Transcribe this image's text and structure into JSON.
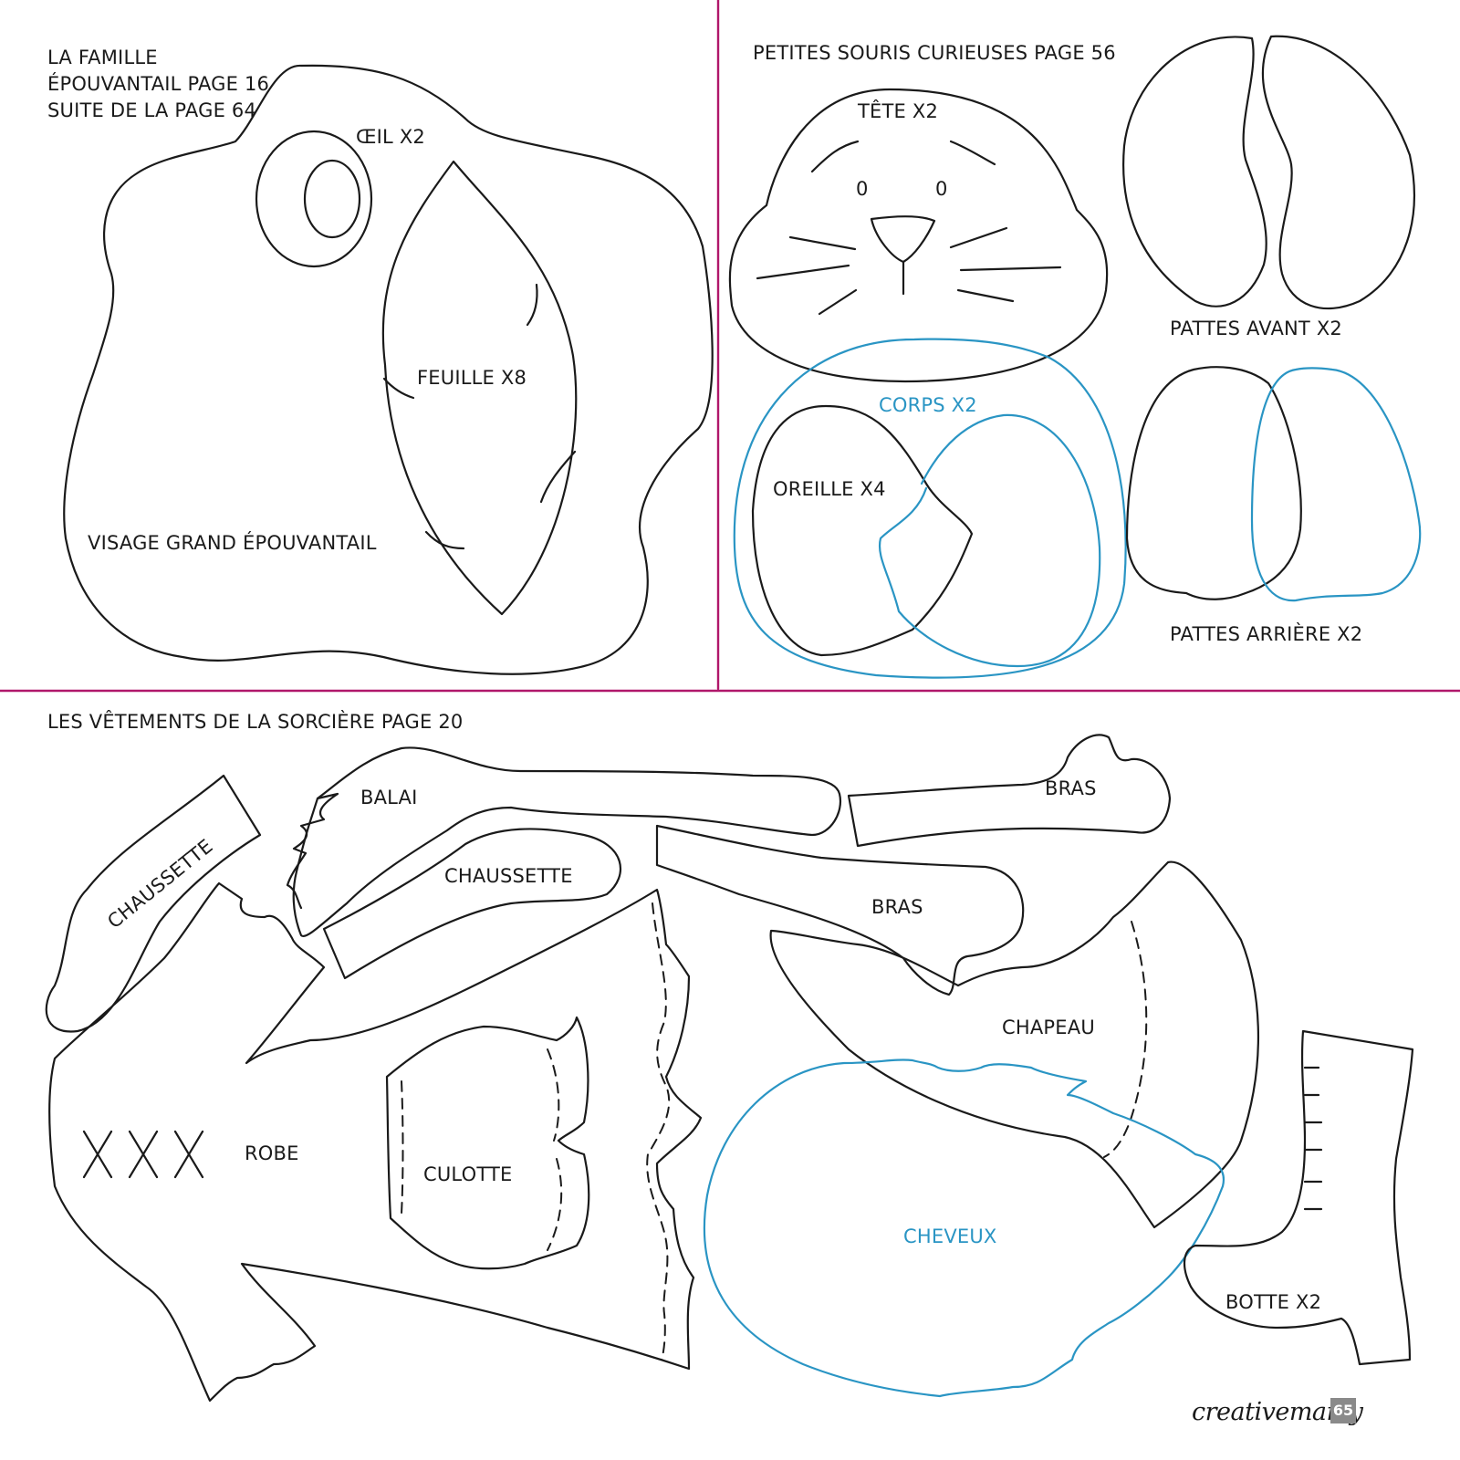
{
  "sections": {
    "scarecrow": {
      "title_lines": [
        "LA FAMILLE",
        "ÉPOUVANTAIL PAGE 16",
        "SUITE DE LA PAGE 64"
      ],
      "labels": {
        "eye": "ŒIL X2",
        "leaf": "FEUILLE X8",
        "face": "VISAGE GRAND ÉPOUVANTAIL"
      }
    },
    "mice": {
      "title": "PETITES SOURIS CURIEUSES PAGE 56",
      "labels": {
        "head": "TÊTE X2",
        "eye_left": "0",
        "eye_right": "0",
        "body": "CORPS X2",
        "ear": "OREILLE X4",
        "front_paws": "PATTES AVANT X2",
        "back_paws": "PATTES ARRIÈRE X2"
      }
    },
    "witch": {
      "title": "LES VÊTEMENTS DE LA SORCIÈRE PAGE 20",
      "labels": {
        "sock_rotated": "CHAUSSETTE",
        "broom": "BALAI",
        "arm_top": "BRAS",
        "sock": "CHAUSSETTE",
        "arm_middle": "BRAS",
        "hat": "CHAPEAU",
        "dress": "ROBE",
        "cross_marks": "X X X",
        "panties": "CULOTTE",
        "hair": "CHEVEUX",
        "boot": "BOTTE X2"
      }
    }
  },
  "footer": {
    "brand": "creativemamy",
    "page_number": "65"
  },
  "colors": {
    "outline": "#1a1a1a",
    "blue_outline": "#2a95c4",
    "divider": "#b0176a",
    "page_badge": "#8a8a8a"
  }
}
